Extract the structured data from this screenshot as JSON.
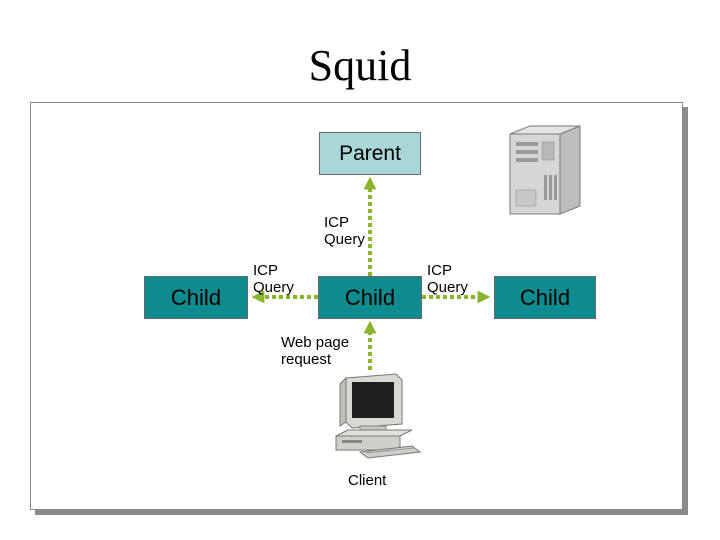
{
  "title": "Squid",
  "nodes": {
    "parent": "Parent",
    "child_left": "Child",
    "child_center": "Child",
    "child_right": "Child"
  },
  "labels": {
    "icp_top": [
      "ICP",
      "Query"
    ],
    "icp_left": [
      "ICP",
      "Query"
    ],
    "icp_right": [
      "ICP",
      "Query"
    ],
    "web_request": [
      "Web page",
      "request"
    ],
    "client": "Client"
  },
  "icons": {
    "server": "server-tower-icon",
    "client": "desktop-computer-icon"
  },
  "colors": {
    "parent_fill": "#a9d6d6",
    "child_fill": "#0d8b8f",
    "arrow": "#8ab52a"
  }
}
